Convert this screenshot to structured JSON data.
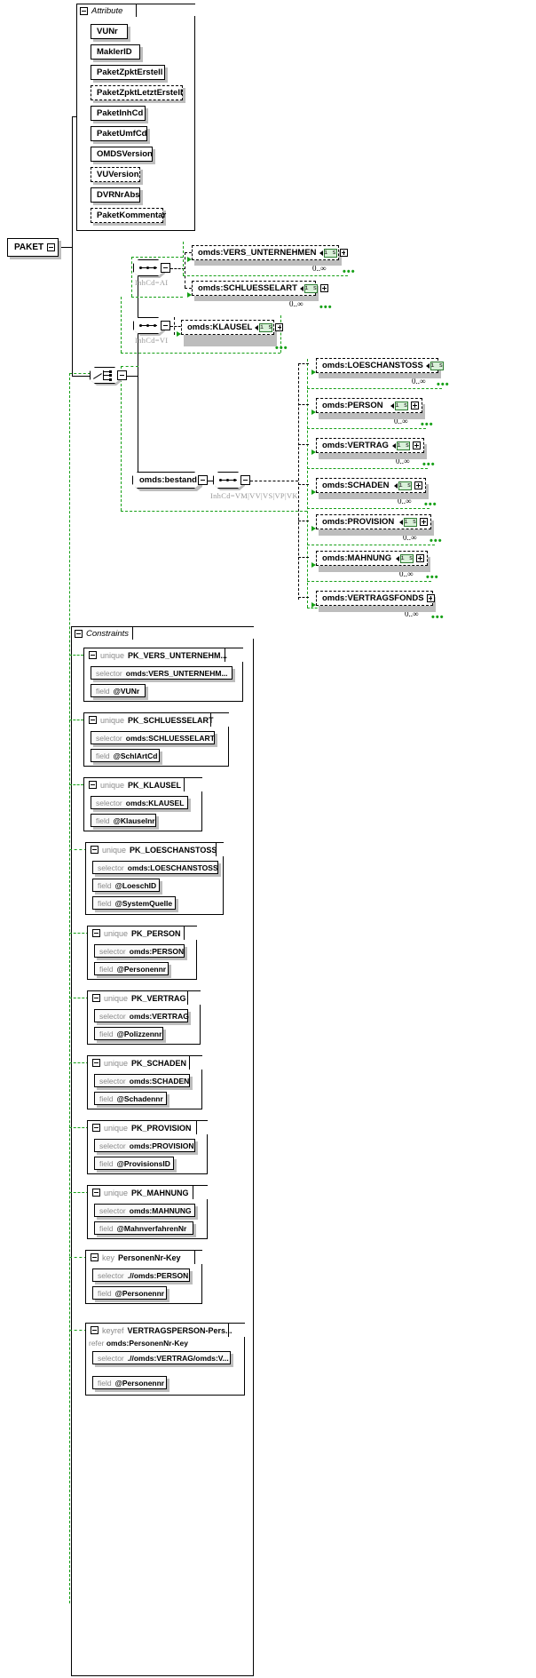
{
  "diagram": {
    "type": "xsd-schema-diagram",
    "root_element": "PAKET",
    "attributes_frame_label": "Attribute",
    "constraints_frame_label": "Constraints",
    "occurrence_default": "0..∞",
    "badge_label": "i s",
    "colors": {
      "green_reference": "#16a016",
      "badge_fill": "#d9f0d9",
      "badge_border": "#2e7d32",
      "shadow": "#bdbdbd",
      "muted_text": "#9a9a9a"
    }
  },
  "attributes": [
    {
      "name": "VUNr",
      "optional": false
    },
    {
      "name": "MaklerID",
      "optional": false
    },
    {
      "name": "PaketZpktErstell",
      "optional": false
    },
    {
      "name": "PaketZpktLetztErstell",
      "optional": true
    },
    {
      "name": "PaketInhCd",
      "optional": false
    },
    {
      "name": "PaketUmfCd",
      "optional": false
    },
    {
      "name": "OMDSVersion",
      "optional": false
    },
    {
      "name": "VUVersion",
      "optional": true
    },
    {
      "name": "DVRNrAbs",
      "optional": false
    },
    {
      "name": "PaketKommentar",
      "optional": true
    }
  ],
  "branches": [
    {
      "compositor": "sequence",
      "inhcd": "InhCd=AI",
      "elements": [
        {
          "name": "omds:VERS_UNTERNEHMEN",
          "occurs": "0..∞",
          "badge": "i s"
        },
        {
          "name": "omds:SCHLUESSELART",
          "occurs": "0..∞",
          "badge": "i s"
        }
      ]
    },
    {
      "compositor": "sequence",
      "inhcd": "InhCd=VI",
      "elements": [
        {
          "name": "omds:KLAUSEL",
          "occurs": "0..∞",
          "badge": "i s"
        }
      ]
    },
    {
      "compositor": "sequence",
      "node": "omds:bestand",
      "inhcd": "InhCd=VM|VV|VS|VP|VK",
      "elements": [
        {
          "name": "omds:LOESCHANSTOSS",
          "occurs": "0..∞",
          "badge": "i s"
        },
        {
          "name": "omds:PERSON",
          "occurs": "0..∞",
          "badge": "i s"
        },
        {
          "name": "omds:VERTRAG",
          "occurs": "0..∞",
          "badge": "i s"
        },
        {
          "name": "omds:SCHADEN",
          "occurs": "0..∞",
          "badge": "i s"
        },
        {
          "name": "omds:PROVISION",
          "occurs": "0..∞",
          "badge": "i s"
        },
        {
          "name": "omds:MAHNUNG",
          "occurs": "0..∞",
          "badge": "i s"
        },
        {
          "name": "omds:VERTRAGSFONDS",
          "occurs": "0..∞",
          "badge": ""
        }
      ]
    }
  ],
  "constraints": [
    {
      "kind": "unique",
      "name": "PK_VERS_UNTERNEHM...",
      "rows": [
        {
          "kw": "selector",
          "vl": "omds:VERS_UNTERNEHM..."
        },
        {
          "kw": "field",
          "vl": "@VUNr"
        }
      ]
    },
    {
      "kind": "unique",
      "name": "PK_SCHLUESSELART",
      "rows": [
        {
          "kw": "selector",
          "vl": "omds:SCHLUESSELART"
        },
        {
          "kw": "field",
          "vl": "@SchlArtCd"
        }
      ]
    },
    {
      "kind": "unique",
      "name": "PK_KLAUSEL",
      "rows": [
        {
          "kw": "selector",
          "vl": "omds:KLAUSEL"
        },
        {
          "kw": "field",
          "vl": "@Klauselnr"
        }
      ]
    },
    {
      "kind": "unique",
      "name": "PK_LOESCHANSTOSS",
      "rows": [
        {
          "kw": "selector",
          "vl": "omds:LOESCHANSTOSS"
        },
        {
          "kw": "field",
          "vl": "@LoeschID"
        },
        {
          "kw": "field",
          "vl": "@SystemQuelle"
        }
      ]
    },
    {
      "kind": "unique",
      "name": "PK_PERSON",
      "rows": [
        {
          "kw": "selector",
          "vl": "omds:PERSON"
        },
        {
          "kw": "field",
          "vl": "@Personennr"
        }
      ]
    },
    {
      "kind": "unique",
      "name": "PK_VERTRAG",
      "rows": [
        {
          "kw": "selector",
          "vl": "omds:VERTRAG"
        },
        {
          "kw": "field",
          "vl": "@Polizzennr"
        }
      ]
    },
    {
      "kind": "unique",
      "name": "PK_SCHADEN",
      "rows": [
        {
          "kw": "selector",
          "vl": "omds:SCHADEN"
        },
        {
          "kw": "field",
          "vl": "@Schadennr"
        }
      ]
    },
    {
      "kind": "unique",
      "name": "PK_PROVISION",
      "rows": [
        {
          "kw": "selector",
          "vl": "omds:PROVISION"
        },
        {
          "kw": "field",
          "vl": "@ProvisionsID"
        }
      ]
    },
    {
      "kind": "unique",
      "name": "PK_MAHNUNG",
      "rows": [
        {
          "kw": "selector",
          "vl": "omds:MAHNUNG"
        },
        {
          "kw": "field",
          "vl": "@MahnverfahrenNr"
        }
      ]
    },
    {
      "kind": "key",
      "name": "PersonenNr-Key",
      "rows": [
        {
          "kw": "selector",
          "vl": ".//omds:PERSON"
        },
        {
          "kw": "field",
          "vl": "@Personennr"
        }
      ]
    },
    {
      "kind": "keyref",
      "name": "VERTRAGSPERSON-Pers...",
      "refer": {
        "kw": "refer",
        "vl": "omds:PersonenNr-Key"
      },
      "rows": [
        {
          "kw": "selector",
          "vl": ".//omds:VERTRAG/omds:V..."
        },
        {
          "kw": "field",
          "vl": "@Personennr"
        }
      ]
    }
  ]
}
